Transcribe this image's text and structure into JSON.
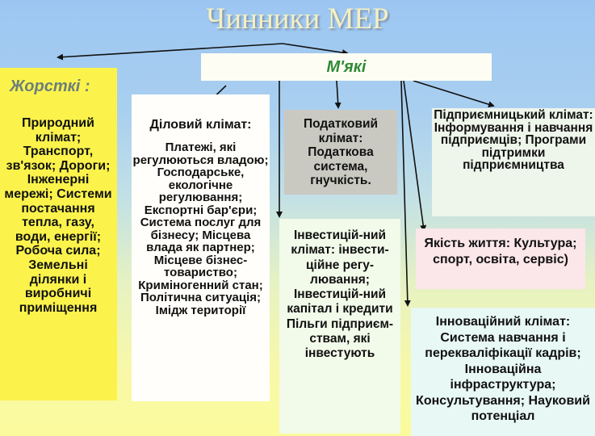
{
  "title": "Чинники МЕР",
  "soft": {
    "label": "М'які"
  },
  "hard": {
    "label": "Жорсткі :",
    "text": "Природний клімат; Транспорт, зв'язок; Дороги; Інженерні мережі; Системи постачання тепла, газу, води, енергії; Робоча сила; Земельні ділянки і виробничі приміщення"
  },
  "boxes": {
    "business": {
      "heading": "Діловий клімат:",
      "text": "Платежі, які регулюються владою; Господарське, екологічне регулювання; Експортні бар'єри; Система послуг для бізнесу; Місцева влада як партнер; Місцеве бізнес-товариство; Криміногенний стан; Політична ситуація; Імідж території"
    },
    "tax": {
      "text": "Податковий клімат: Податкова система, гнучкість."
    },
    "investment": {
      "text": "Інвестицій-ний клімат: інвести-ційне регу-лювання; Інвестицій-ний капітал і кредити Пільги підприєм-ствам, які інвестують"
    },
    "entrepreneurship": {
      "text": "Підприємницький клімат: Інформування і навчання підприємців; Програми підтримки підприємництва"
    },
    "quality_of_life": {
      "text": "Якість життя: Культура; спорт, освіта, сервіс)"
    },
    "innovation": {
      "text": "Інноваційний клімат: Система навчання і перекваліфікації кадрів; Інноваційна інфраструктура; Консультування; Науковий потенціал"
    }
  },
  "colors": {
    "title": "#f4f0c0",
    "soft_label": "#2f8a35",
    "hard_label": "#6c7f7a",
    "hard_bg": "#fbf34c",
    "tax_bg": "#c9c9c2",
    "life_bg": "#fbe6ea"
  }
}
